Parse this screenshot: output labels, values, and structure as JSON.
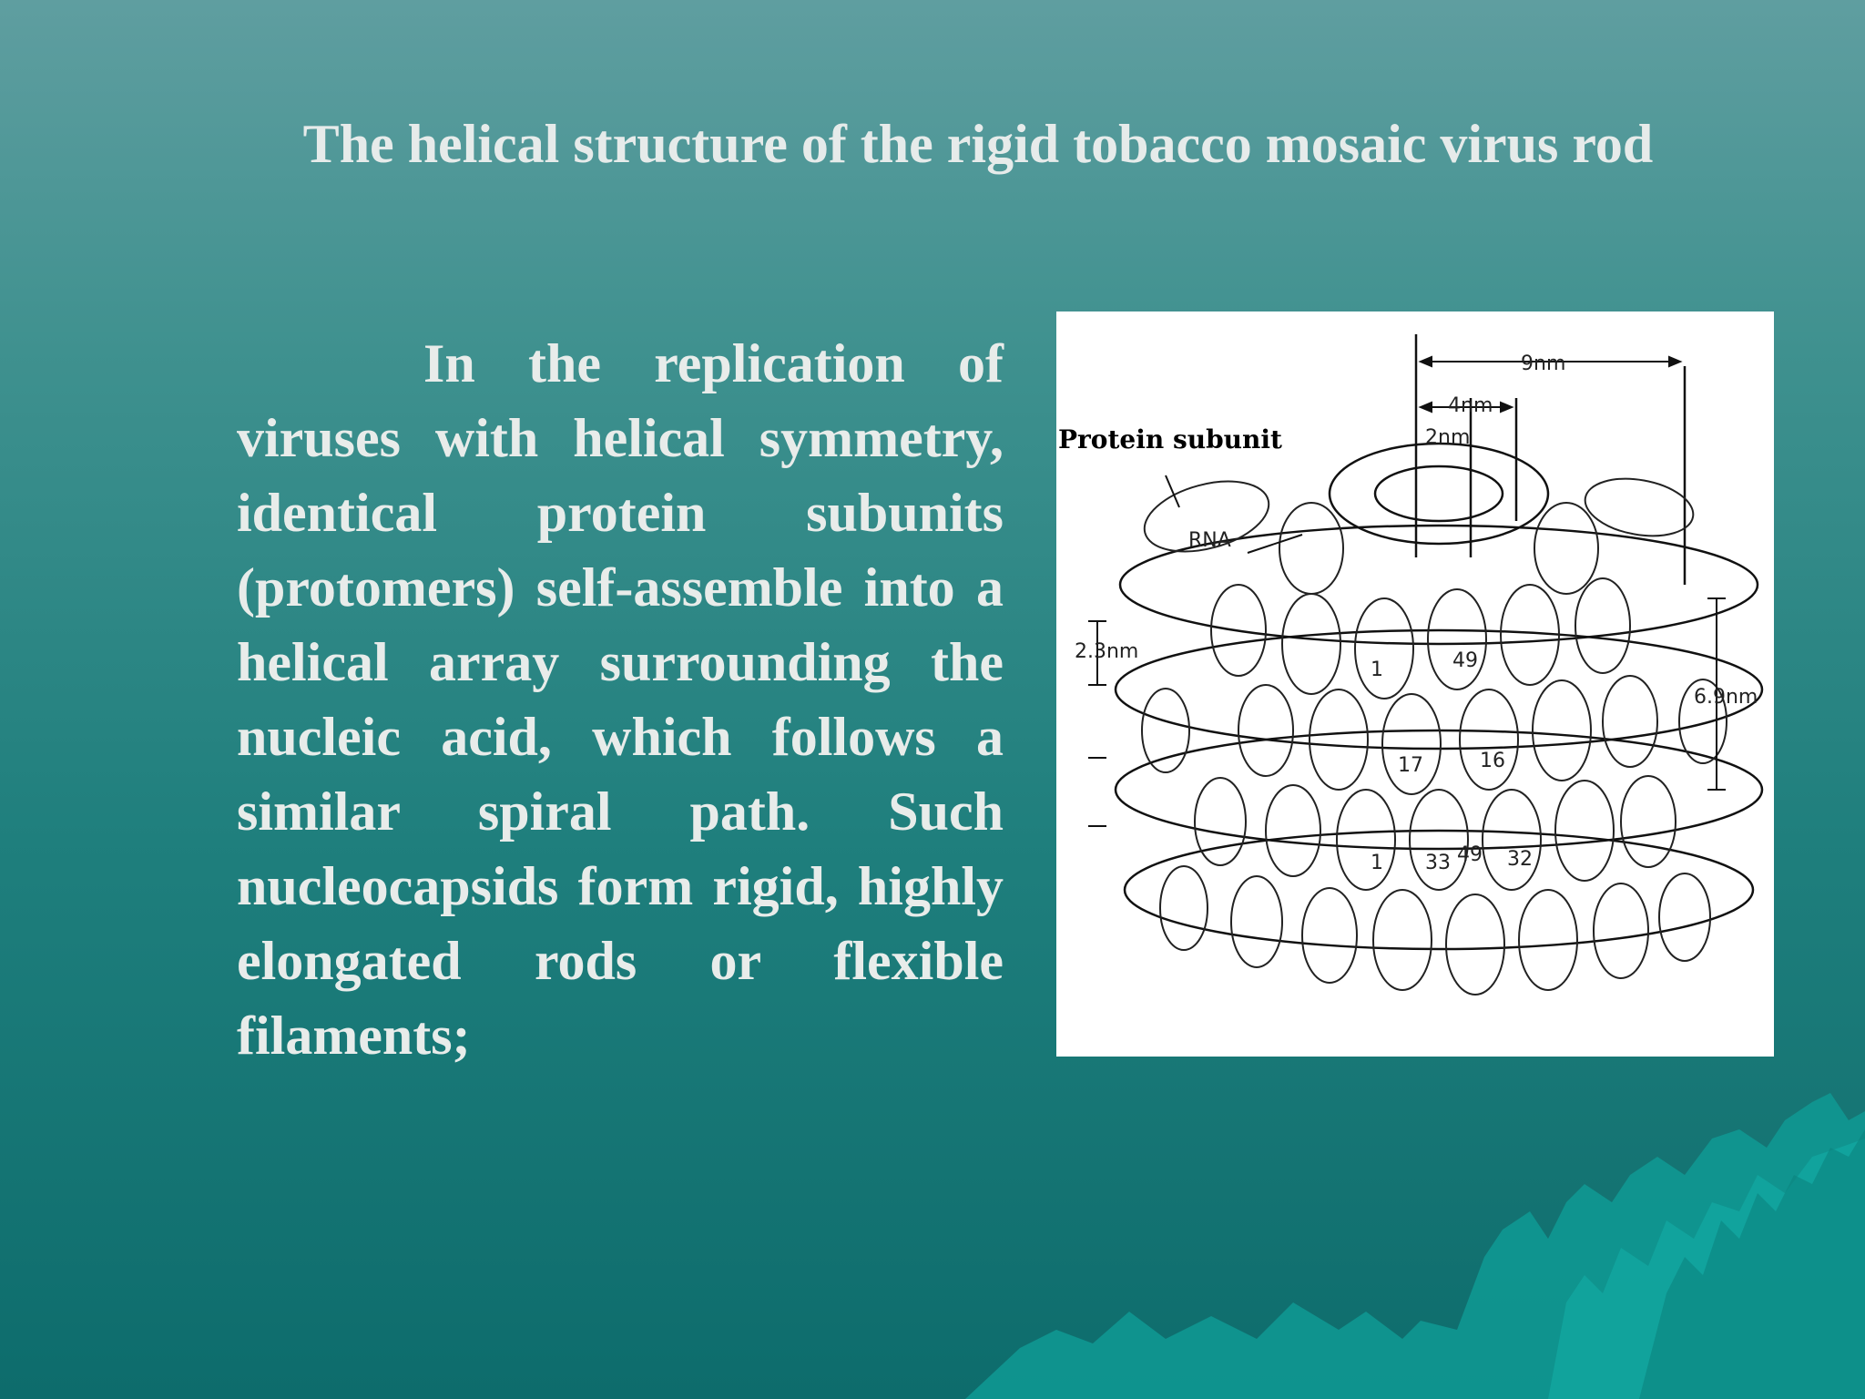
{
  "slide": {
    "title": "The helical structure of the rigid tobacco mosaic virus rod",
    "body": "In the replication of viruses with helical symmetry, identical protein subunits (protomers) self-assemble into a helical array surrounding the nucleic acid, which follows a similar spiral path. Such nucleocapsids form rigid, highly elongated rods or flexible filaments;"
  },
  "figure": {
    "labels": {
      "protein_subunit": "Protein subunit",
      "rna": "RNA",
      "dim_9nm": "9nm",
      "dim_4nm": "4nm",
      "dim_2nm": "2nm",
      "dim_2_3nm": "2.3nm",
      "dim_6_9nm": "6.9nm"
    },
    "subunit_numbers": [
      "1",
      "49",
      "17",
      "16",
      "33",
      "32",
      "1",
      "49"
    ]
  },
  "colors": {
    "background_top": "#5f9ea0",
    "background_bottom": "#0d6c6c",
    "text": "#e8ecea",
    "mountains": "#0f9a94"
  }
}
